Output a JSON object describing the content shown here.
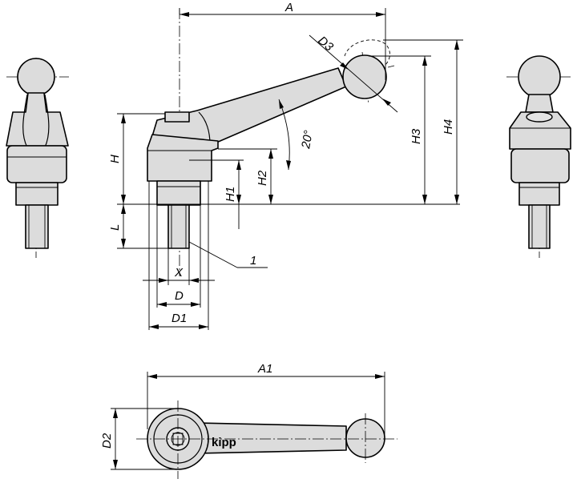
{
  "labels": {
    "A": "A",
    "A1": "A1",
    "D": "D",
    "D1": "D1",
    "D2": "D2",
    "D3": "D3",
    "H": "H",
    "H1": "H1",
    "H2": "H2",
    "H3": "H3",
    "H4": "H4",
    "L": "L",
    "X": "X",
    "angle": "20°",
    "callout": "1"
  },
  "logo": "kipp"
}
